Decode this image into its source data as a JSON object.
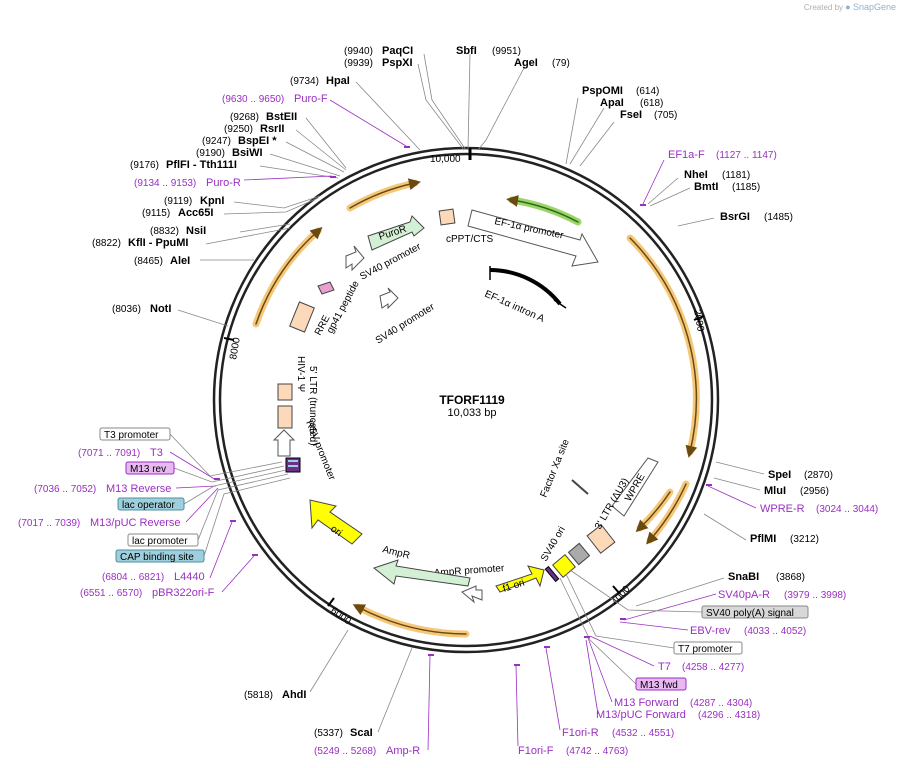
{
  "brand": {
    "prefix": "Created by",
    "name": "SnapGene"
  },
  "plasmid": {
    "name": "TFORF1119",
    "size": "10,033 bp"
  },
  "ticks": [
    {
      "label": "10,000"
    },
    {
      "label": "2000"
    },
    {
      "label": "4000"
    },
    {
      "label": "6000"
    },
    {
      "label": "8000"
    }
  ],
  "enzymes": [
    {
      "coord": "(9940)",
      "name": "PaqCI"
    },
    {
      "coord": "(9939)",
      "name": "PspXI"
    },
    {
      "coord": "(9951)",
      "name": "SbfI"
    },
    {
      "coord": "(79)",
      "name": "AgeI"
    },
    {
      "coord": "(9734)",
      "name": "HpaI"
    },
    {
      "coord": "(614)",
      "name": "PspOMI"
    },
    {
      "coord": "(618)",
      "name": "ApaI"
    },
    {
      "coord": "(705)",
      "name": "FseI"
    },
    {
      "coord": "(9268)",
      "name": "BstEII"
    },
    {
      "coord": "(9250)",
      "name": "RsrII"
    },
    {
      "coord": "(9247)",
      "name": "BspEI *"
    },
    {
      "coord": "(9190)",
      "name": "BsiWI"
    },
    {
      "coord": "(9176)",
      "name": "PflFI - Tth111I"
    },
    {
      "coord": "(1181)",
      "name": "NheI"
    },
    {
      "coord": "(1185)",
      "name": "BmtI"
    },
    {
      "coord": "(9119)",
      "name": "KpnI"
    },
    {
      "coord": "(9115)",
      "name": "Acc65I"
    },
    {
      "coord": "(1485)",
      "name": "BsrGI"
    },
    {
      "coord": "(8832)",
      "name": "NsiI"
    },
    {
      "coord": "(8822)",
      "name": "KflI - PpuMI"
    },
    {
      "coord": "(8465)",
      "name": "AleI"
    },
    {
      "coord": "(8036)",
      "name": "NotI"
    },
    {
      "coord": "(2870)",
      "name": "SpeI"
    },
    {
      "coord": "(2956)",
      "name": "MluI"
    },
    {
      "coord": "(3212)",
      "name": "PflMI"
    },
    {
      "coord": "(3868)",
      "name": "SnaBI"
    },
    {
      "coord": "(5818)",
      "name": "AhdI"
    },
    {
      "coord": "(5337)",
      "name": "ScaI"
    }
  ],
  "primers": [
    {
      "coord": "(9630 .. 9650)",
      "name": "Puro-F"
    },
    {
      "coord": "(9134 .. 9153)",
      "name": "Puro-R"
    },
    {
      "coord": "(1127 .. 1147)",
      "name": "EF1a-F"
    },
    {
      "coord": "(3024 .. 3044)",
      "name": "WPRE-R"
    },
    {
      "coord": "(3979 .. 3998)",
      "name": "SV40pA-R"
    },
    {
      "coord": "(4033 .. 4052)",
      "name": "EBV-rev"
    },
    {
      "coord": "(4258 .. 4277)",
      "name": "T7"
    },
    {
      "coord": "(4287 .. 4304)",
      "name": "M13 Forward"
    },
    {
      "coord": "(4296 .. 4318)",
      "name": "M13/pUC Forward"
    },
    {
      "coord": "(4532 .. 4551)",
      "name": "F1ori-R"
    },
    {
      "coord": "(4742 .. 4763)",
      "name": "F1ori-F"
    },
    {
      "coord": "(5249 .. 5268)",
      "name": "Amp-R"
    },
    {
      "coord": "(7071 .. 7091)",
      "name": "T3"
    },
    {
      "coord": "(7036 .. 7052)",
      "name": "M13 Reverse"
    },
    {
      "coord": "(7017 .. 7039)",
      "name": "M13/pUC Reverse"
    },
    {
      "coord": "(6804 .. 6821)",
      "name": "L4440"
    },
    {
      "coord": "(6551 .. 6570)",
      "name": "pBR322ori-F"
    }
  ],
  "boxed": [
    {
      "label": "T3 promoter",
      "fill": "#ffffff",
      "stroke": "#888888"
    },
    {
      "label": "M13 rev",
      "fill": "#e8b8f0",
      "stroke": "#9a2fc2"
    },
    {
      "label": "lac operator",
      "fill": "#9fcfdc",
      "stroke": "#4f8fa0"
    },
    {
      "label": "lac promoter",
      "fill": "#ffffff",
      "stroke": "#888888"
    },
    {
      "label": "CAP binding site",
      "fill": "#9fcfdc",
      "stroke": "#4f8fa0"
    },
    {
      "label": "SV40 poly(A) signal",
      "fill": "#d8d8d8",
      "stroke": "#888888"
    },
    {
      "label": "T7 promoter",
      "fill": "#ffffff",
      "stroke": "#888888"
    },
    {
      "label": "M13 fwd",
      "fill": "#e8b8f0",
      "stroke": "#9a2fc2"
    }
  ],
  "features": [
    {
      "label": "PuroR"
    },
    {
      "label": "cPPT/CTS"
    },
    {
      "label": "EF-1α promoter"
    },
    {
      "label": "SV40 promoter"
    },
    {
      "label": "EF-1α intron A"
    },
    {
      "label": "gp41 peptide"
    },
    {
      "label": "RRE"
    },
    {
      "label": "SV40 promoter"
    },
    {
      "label": "HIV-1 Ψ"
    },
    {
      "label": "5' LTR (truncated)"
    },
    {
      "label": "RSV promoter"
    },
    {
      "label": "Factor Xa site"
    },
    {
      "label": "WPRE"
    },
    {
      "label": "3' LTR (ΔU3)"
    },
    {
      "label": "SV40 ori"
    },
    {
      "label": "f1 ori"
    },
    {
      "label": "AmpR promoter"
    },
    {
      "label": "AmpR"
    },
    {
      "label": "ori"
    }
  ],
  "colors": {
    "orf": "#f5c77a",
    "orf_border": "#6b4a10",
    "selection": "#d4f0d4",
    "promoter": "#ffffff",
    "ori": "#ffff00",
    "ltr": "#fcd9b9",
    "primer": "#9a2fc2",
    "green_orf": "#9ad46a"
  }
}
